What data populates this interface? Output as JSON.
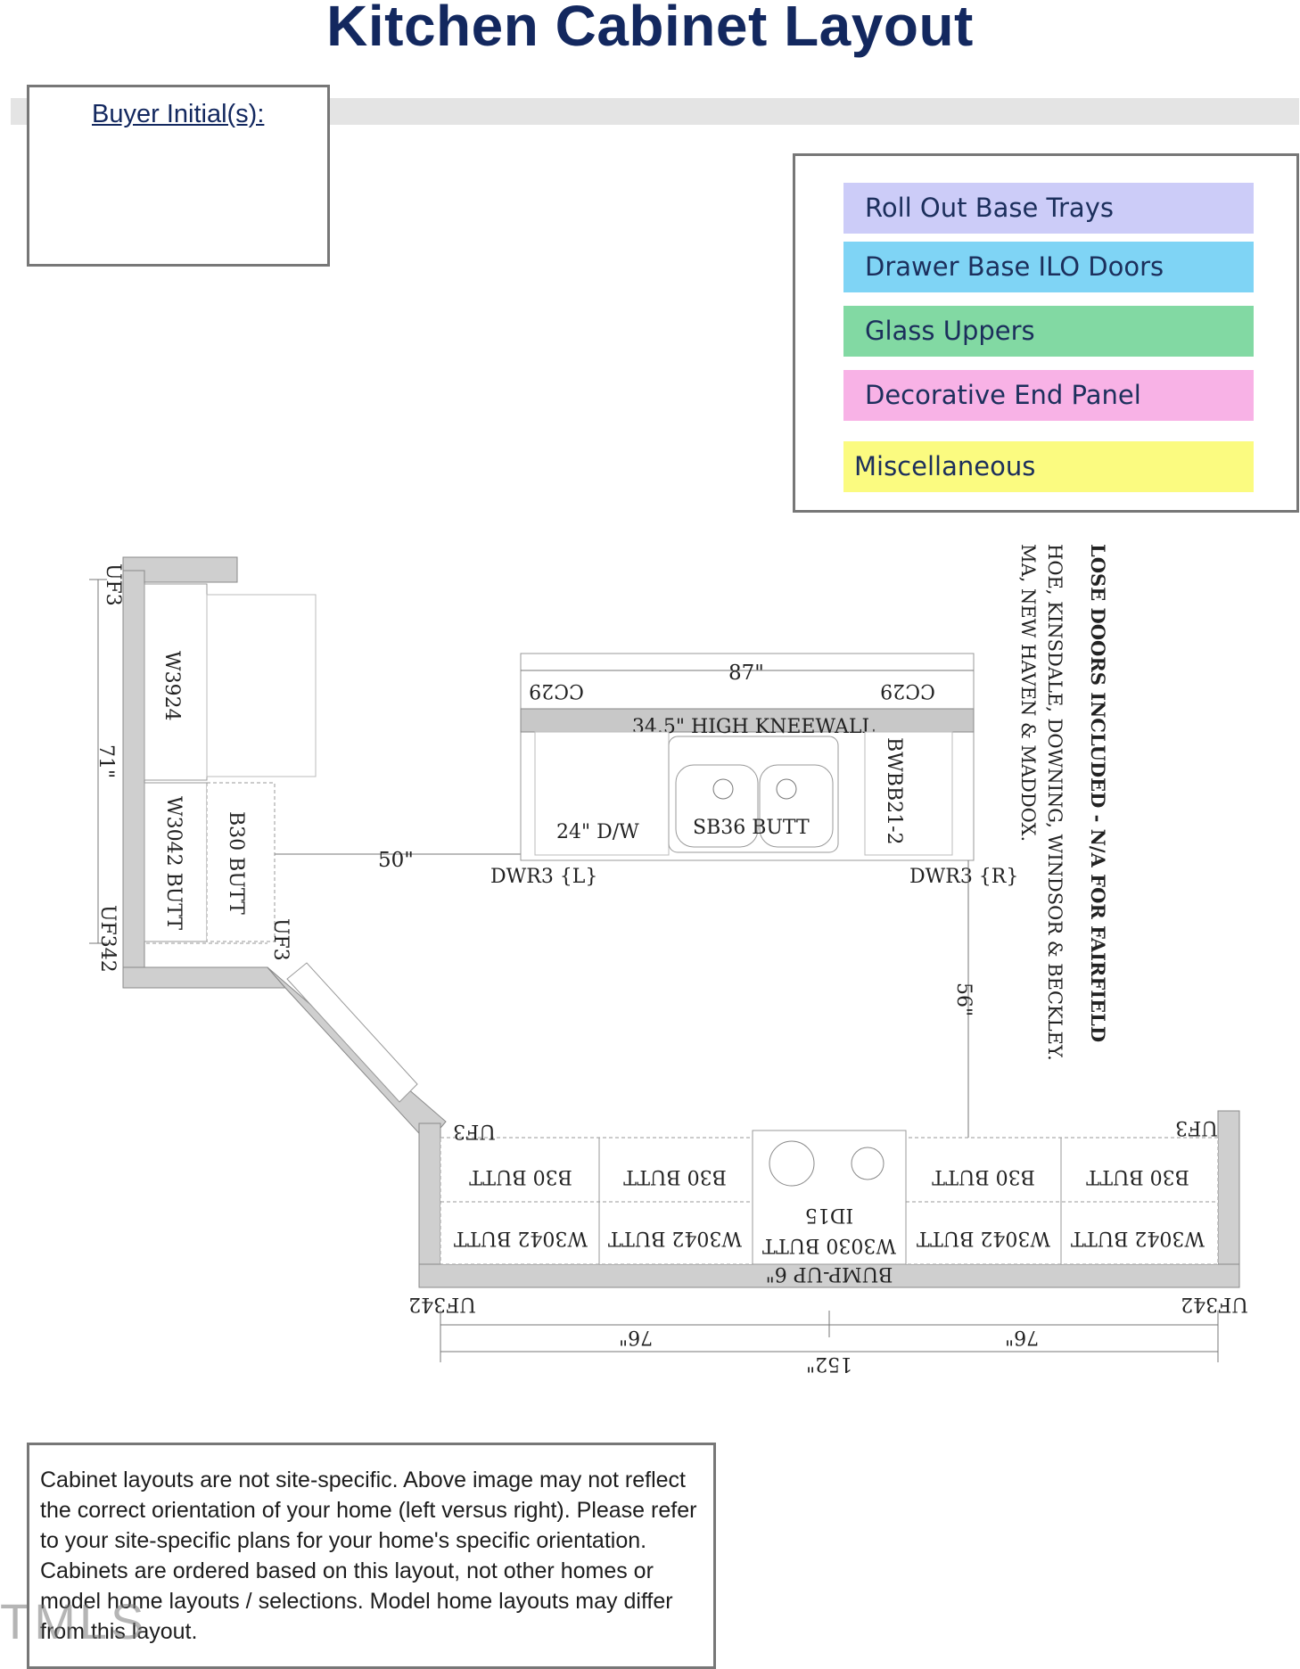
{
  "title": "Kitchen Cabinet Layout",
  "buyer_box": {
    "label": "Buyer Initial(s):"
  },
  "legend": [
    {
      "label": "Roll Out Base Trays",
      "color": "#ccccf8"
    },
    {
      "label": "Drawer Base ILO Doors",
      "color": "#7fd4f5"
    },
    {
      "label": "Glass Uppers",
      "color": "#82d9a3"
    },
    {
      "label": "Decorative End Panel",
      "color": "#f8b2e6"
    },
    {
      "label": "Miscellaneous",
      "color": "#fbfb80"
    }
  ],
  "plan": {
    "left_wall": {
      "top_filler": "UF3",
      "upper_1": "W3924",
      "upper_2": "W3042 BUTT",
      "base": "B30 BUTT",
      "bottom_filler": "UF342",
      "corner_filler": "UF3",
      "dimension": "71\""
    },
    "island": {
      "width": "87\"",
      "corner_left": "CC29",
      "corner_right": "CC29",
      "kneewall": "34.5\" HIGH KNEEWALL",
      "dishwasher": "24\" D/W",
      "sink": "SB36 BUTT",
      "bwbb": "BWBB21-2",
      "drawer_left": "DWR3 {L}",
      "drawer_right": "DWR3 {R}",
      "gap_left": "50\"",
      "gap_down": "56\""
    },
    "bottom_wall": {
      "filler_left": "UF3",
      "filler_right": "UF3",
      "bases": [
        "B30 BUTT",
        "B30 BUTT",
        "B30 BUTT",
        "B30 BUTT"
      ],
      "uppers": [
        "W3042 BUTT",
        "W3042 BUTT",
        "W3042 BUTT",
        "W3042 BUTT"
      ],
      "range": "ID15",
      "hood_upper": "W3030 BUTT",
      "bump": "BUMP-UP 6\"",
      "filler_bottom_left": "UF342",
      "filler_bottom_right": "UF342",
      "dim_left": "76\"",
      "dim_right": "76\"",
      "dim_total": "152\""
    },
    "side_note": [
      "LOSE DOORS INCLUDED - N/A FOR FAIRFIELD",
      "HOE, KINSDALE, DOWNING, WINDSOR & BECKLEY.",
      "MA, NEW HAVEN & MADDOX."
    ]
  },
  "note": "Cabinet layouts are not site-specific. Above image may not reflect the correct orientation of your home (left versus right). Please refer to your site-specific plans for your home's specific orientation. Cabinets are ordered based on this layout, not other homes or model home layouts / selections. Model home layouts may differ from this layout.",
  "watermark": "TMLS"
}
